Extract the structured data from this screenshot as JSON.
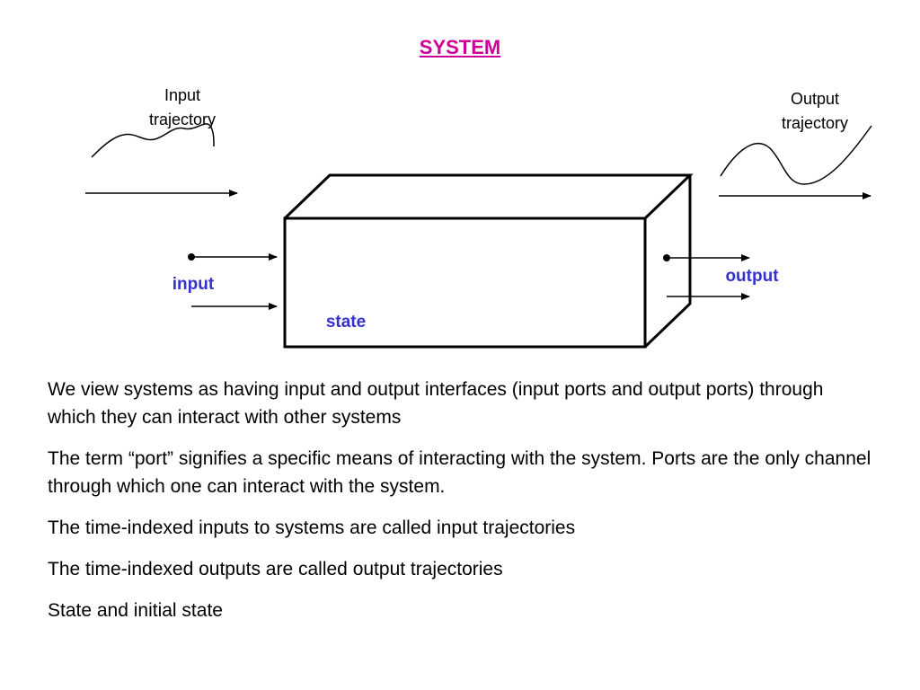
{
  "title": "SYSTEM",
  "diagram": {
    "input_trajectory_label": [
      "Input",
      "trajectory"
    ],
    "output_trajectory_label": [
      "Output",
      "trajectory"
    ],
    "input_label": "input",
    "output_label": "output",
    "state_label": "state"
  },
  "paragraphs": [
    "We view systems as having input and output interfaces (input ports and output ports) through which they can interact with other systems",
    "The term “port” signifies a specific means of interacting with the system. Ports are the only channel through which one can interact with the system.",
    "The time-indexed inputs to systems are called input trajectories",
    "The time-indexed outputs are called output trajectories",
    "State and initial state"
  ],
  "colors": {
    "title": "#cc0099",
    "port_labels": "#3333cc",
    "lines": "#000000"
  }
}
